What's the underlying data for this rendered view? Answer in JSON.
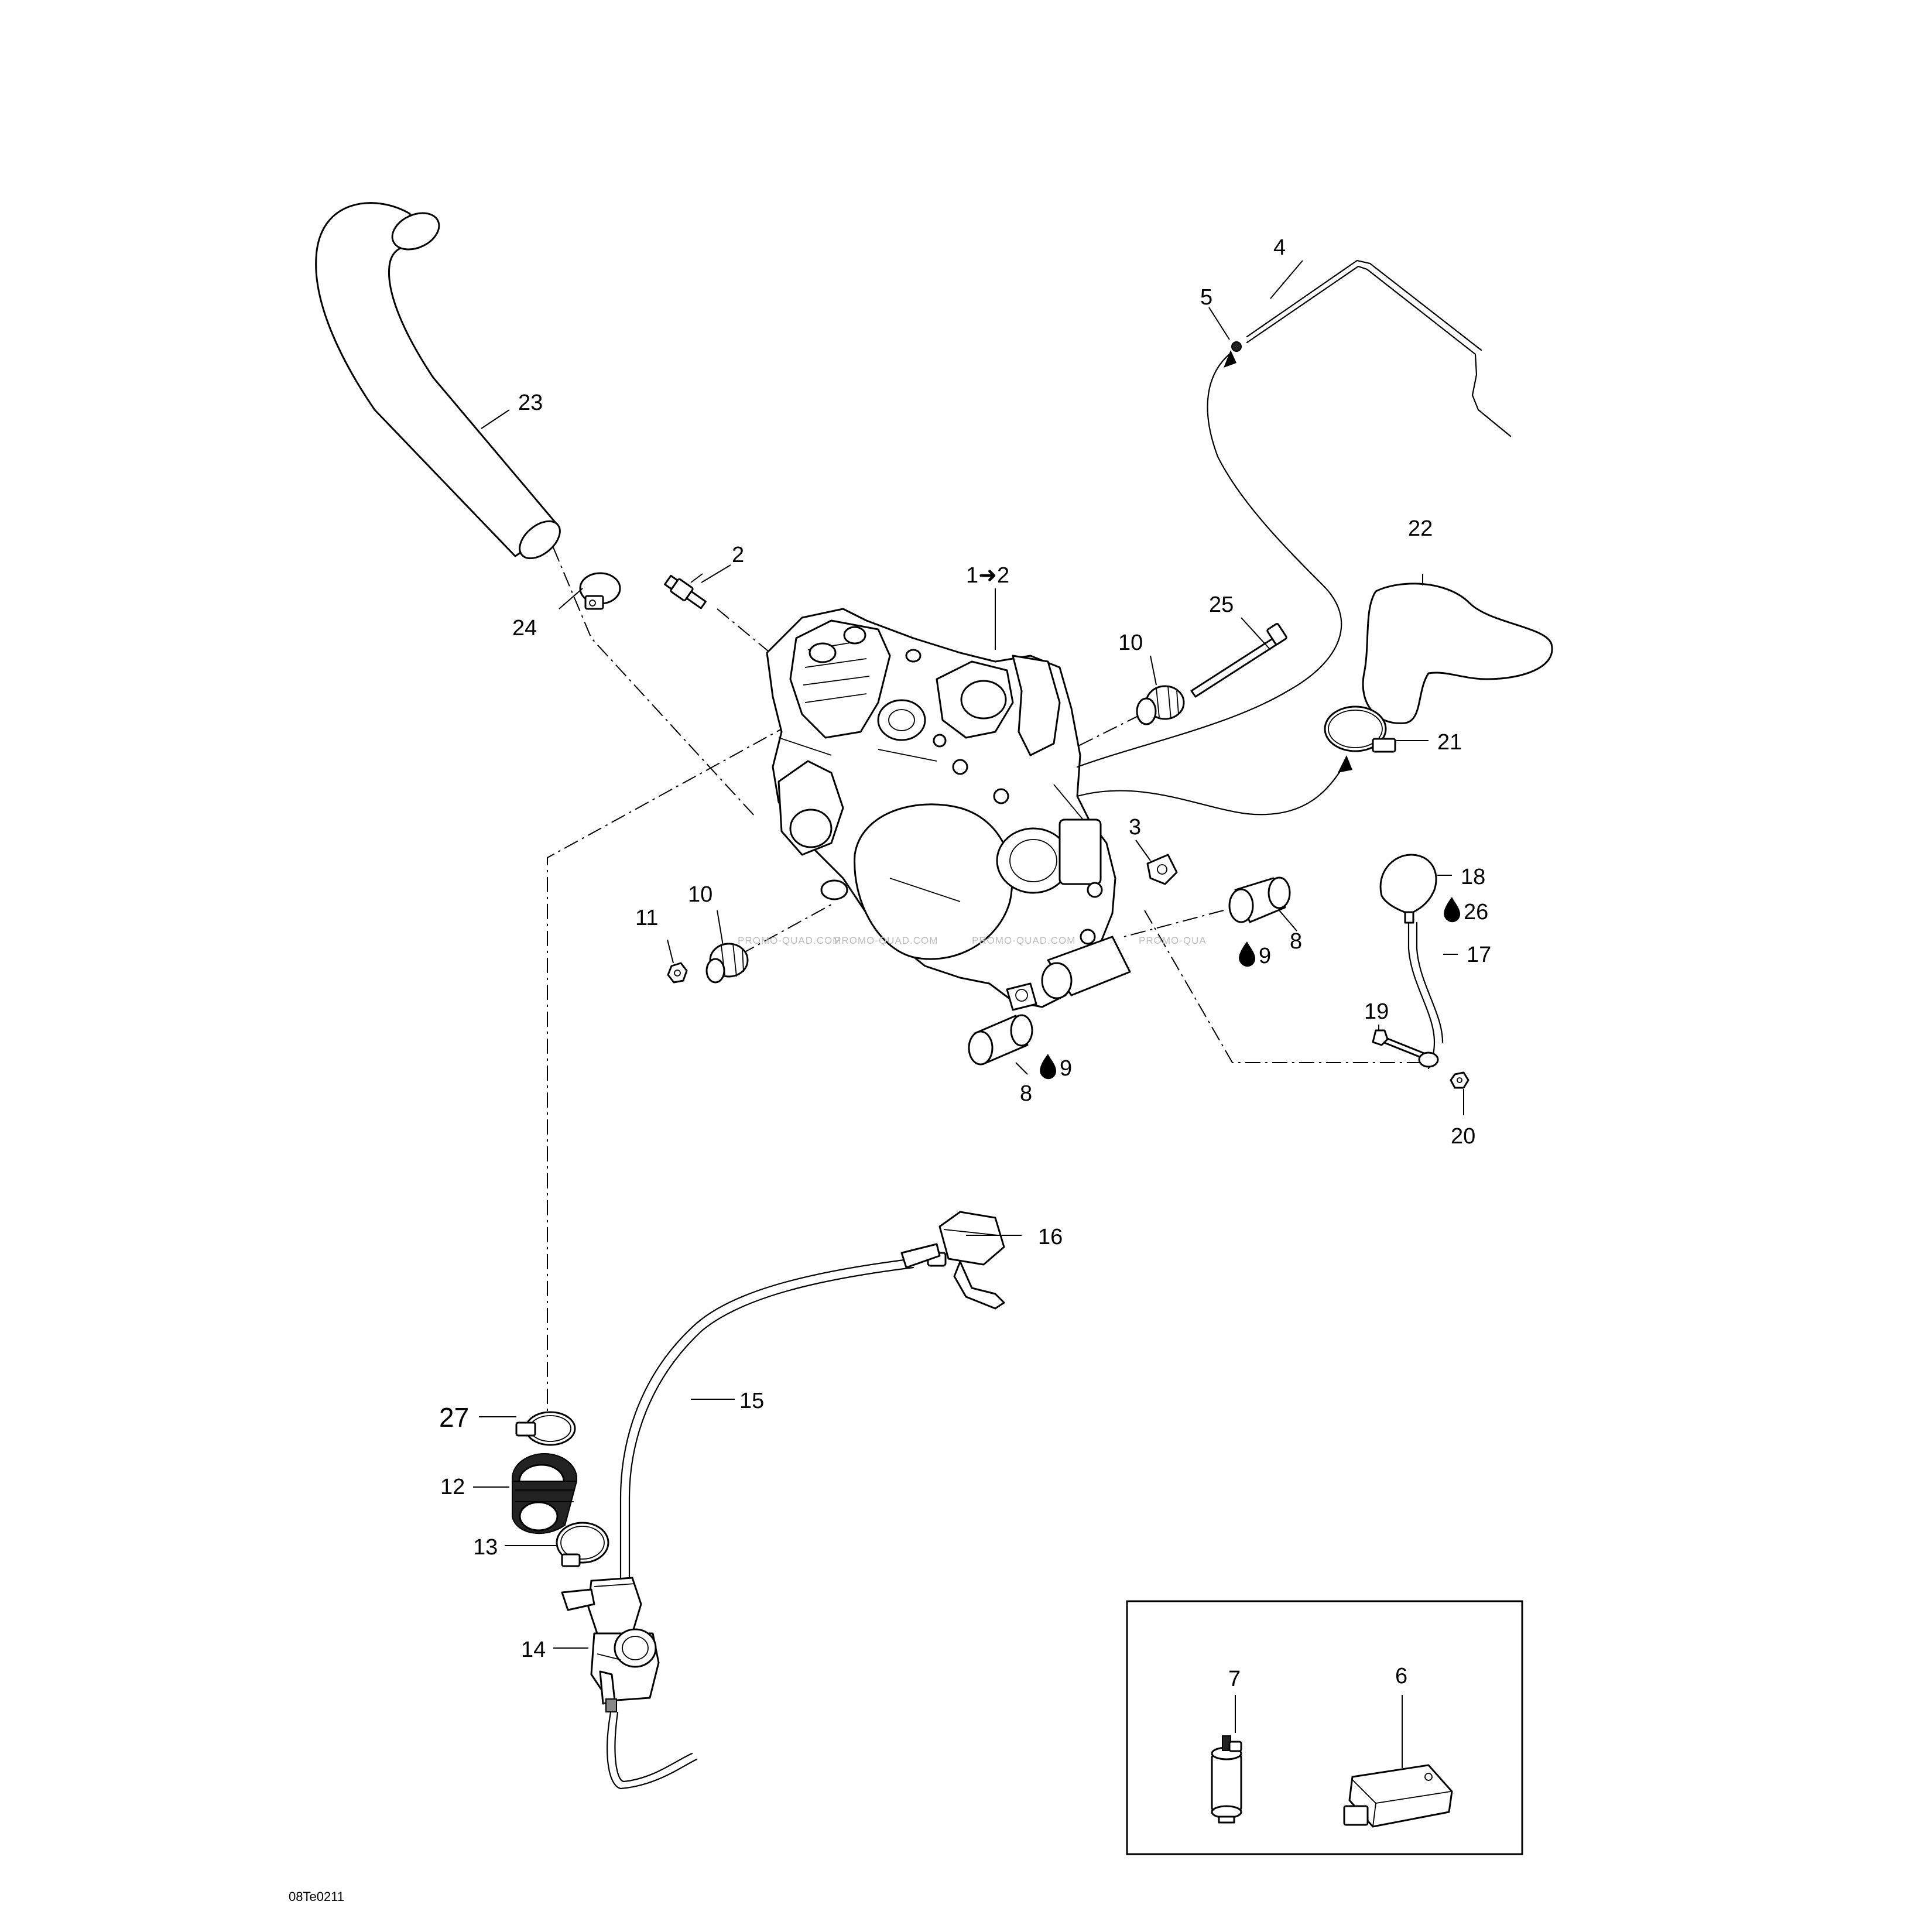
{
  "labels": {
    "p1": "1➜2",
    "p2": "2",
    "p3": "3",
    "p4": "4",
    "p5": "5",
    "p6": "6",
    "p7": "7",
    "p8a": "8",
    "p8b": "8",
    "p9a": "9",
    "p9b": "9",
    "p10a": "10",
    "p10b": "10",
    "p11": "11",
    "p12": "12",
    "p13": "13",
    "p14": "14",
    "p15": "15",
    "p16": "16",
    "p17": "17",
    "p18": "18",
    "p19": "19",
    "p20": "20",
    "p21": "21",
    "p22": "22",
    "p23": "23",
    "p24": "24",
    "p25": "25",
    "p26": "26",
    "p27": "27"
  },
  "figure_code": "08Te0211",
  "watermarks": [
    "PROMO-QUAD.COM",
    "PROMO-QUAD.COM",
    "PROMO-QUAD.COM",
    "PROMO-QUA"
  ]
}
